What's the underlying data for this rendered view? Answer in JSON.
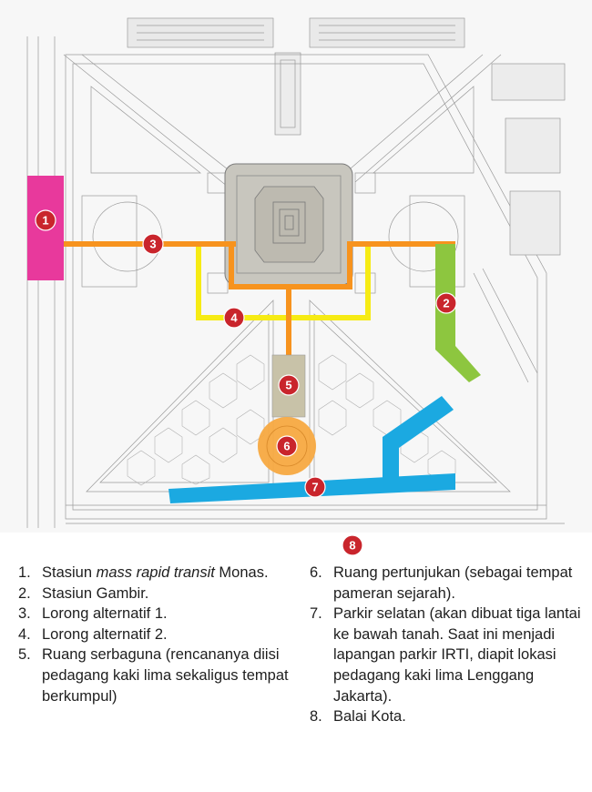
{
  "colors": {
    "mrt_station": "#e8399c",
    "gambir_station": "#8dc63f",
    "corridor_1": "#f7931e",
    "corridor_2": "#f6eb14",
    "multipurpose": "#c8c2a8",
    "performance": "#f7a941",
    "south_parking": "#1ba9e1",
    "marker": "#c9252c",
    "map_line": "#9a9a9a"
  },
  "map": {
    "markers": [
      {
        "id": "1",
        "label": "1"
      },
      {
        "id": "2",
        "label": "2"
      },
      {
        "id": "3",
        "label": "3"
      },
      {
        "id": "4",
        "label": "4"
      },
      {
        "id": "5",
        "label": "5"
      },
      {
        "id": "6",
        "label": "6"
      },
      {
        "id": "7",
        "label": "7"
      },
      {
        "id": "8",
        "label": "8"
      }
    ]
  },
  "legend": {
    "items": [
      {
        "num": "1.",
        "text": "Stasiun ",
        "italic": "mass rapid transit",
        "text2": " Monas."
      },
      {
        "num": "2.",
        "text": "Stasiun Gambir."
      },
      {
        "num": "3.",
        "text": "Lorong alternatif 1."
      },
      {
        "num": "4.",
        "text": "Lorong alternatif 2."
      },
      {
        "num": "5.",
        "text": "Ruang serbaguna (rencananya diisi pedagang kaki lima sekaligus tempat berkumpul)"
      },
      {
        "num": "6.",
        "text": "Ruang pertunjukan (sebagai tempat pameran sejarah)."
      },
      {
        "num": "7.",
        "text": "Parkir selatan (akan dibuat tiga lantai ke bawah tanah. Saat ini menjadi lapangan parkir IRTI, diapit lokasi pedagang kaki lima Lenggang Jakarta)."
      },
      {
        "num": "8.",
        "text": "Balai Kota."
      }
    ]
  }
}
